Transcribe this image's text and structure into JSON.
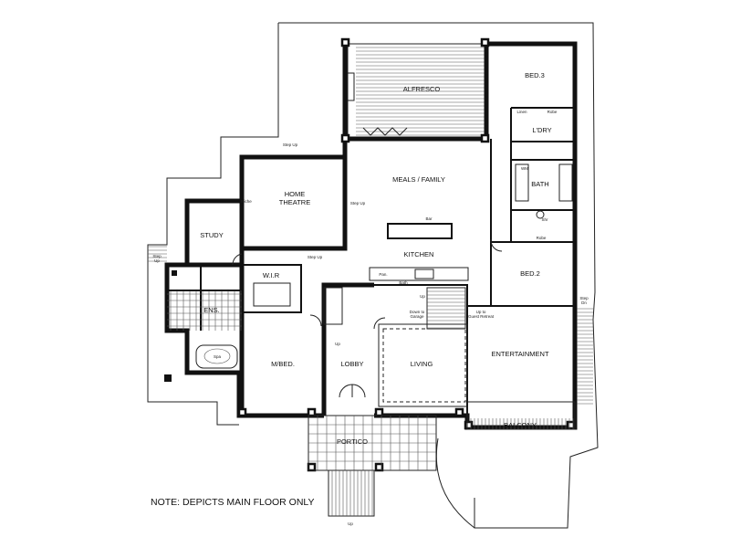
{
  "rooms": {
    "alfresco": "ALFRESCO",
    "bed3": "BED.3",
    "linen": "Linen",
    "robe_top": "Robe",
    "laundry": "L'DRY",
    "bath": "BATH",
    "robe_mid": "Robe",
    "home_theatre": "HOME\nTHEATRE",
    "meals_family": "MEALS / FAMILY",
    "study": "STUDY",
    "kitchen": "KITCHEN",
    "bed2": "BED.2",
    "wir": "W.I.R",
    "pantry": "Pan.",
    "ens": "ENS.",
    "mbed": "M/BED.",
    "lobby": "LOBBY",
    "living": "LIVING",
    "entertainment": "ENTERTAINMENT",
    "balcony": "BALCONY",
    "portico": "PORTICO"
  },
  "annotations": {
    "step_up_top": "Step Up",
    "step_up_theatre": "Step Up",
    "step_up_study": "Step Up",
    "step_up_left": "Step\nUp",
    "step_dn_right": "Step\nDn",
    "down_to_garage": "Down to\nGarage",
    "up_to_guest_retreat": "Up to\nGuest Retreat",
    "up_stair": "Up",
    "up_lobby": "Up",
    "up_portico": "Up",
    "niche": "Niche",
    "bar": "Bar",
    "spa": "Spa",
    "wm": "WM",
    "shr": "Shr",
    "bath_small": "Bath"
  },
  "note": "NOTE: DEPICTS MAIN FLOOR ONLY"
}
